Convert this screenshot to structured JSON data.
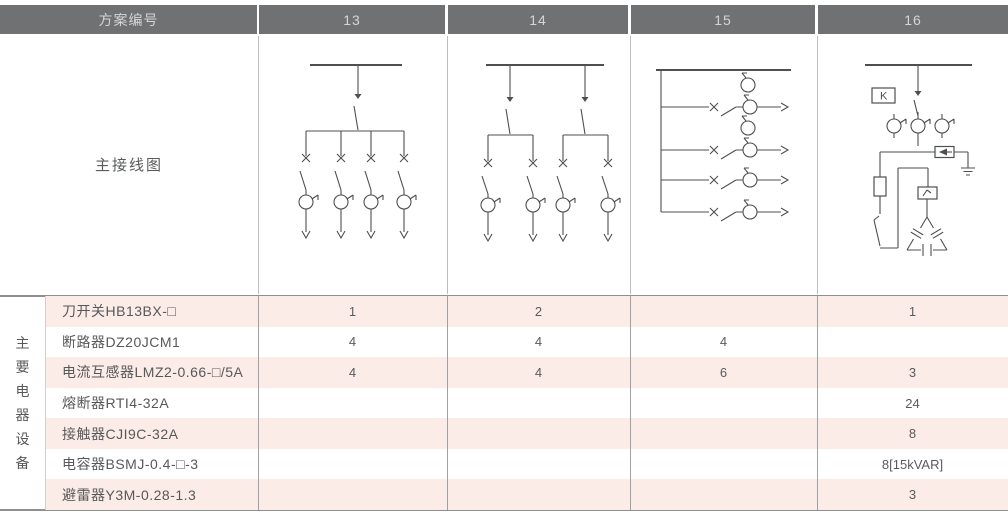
{
  "table": {
    "header": {
      "label": "方案编号",
      "schemes": [
        "13",
        "14",
        "15",
        "16"
      ]
    },
    "diagram_row_label": "主接线图",
    "group_label": "主要电器设备",
    "group_label_chars": [
      "主",
      "要",
      "电",
      "器",
      "设",
      "备"
    ],
    "equipment_rows": [
      {
        "name": "刀开关HB13BX-□",
        "values": [
          "1",
          "2",
          "",
          "1"
        ]
      },
      {
        "name": "断路器DZ20JCM1",
        "values": [
          "4",
          "4",
          "4",
          ""
        ]
      },
      {
        "name": "电流互感器LMZ2-0.66-□/5A",
        "values": [
          "4",
          "4",
          "6",
          "3"
        ]
      },
      {
        "name": "熔断器RTI4-32A",
        "values": [
          "",
          "",
          "",
          "24"
        ]
      },
      {
        "name": "接触器CJI9C-32A",
        "values": [
          "",
          "",
          "",
          "8"
        ]
      },
      {
        "name": "电容器BSMJ-0.4-□-3",
        "values": [
          "",
          "",
          "",
          "8[15kVAR]"
        ]
      },
      {
        "name": "避雷器Y3M-0.28-1.3",
        "values": [
          "",
          "",
          "",
          "3"
        ]
      }
    ],
    "diagrams": {
      "k_label": "K",
      "scheme_13": "busbar, one knife switch, four breaker-CT outgoing feeders",
      "scheme_14": "busbar, two knife switches each feeding two breaker-CT feeders",
      "scheme_15": "vertical bus with four horizontal breaker-CT feeders, six CTs",
      "scheme_16": "capacitor cabinet: knife switch, metering box K, three CTs, surge arrester to ground, fuse, contactor, delta capacitor bank"
    }
  },
  "colors": {
    "header_bg": "#6f7173",
    "header_text": "#d4d5d6",
    "row_stripe_pink": "#fcece8",
    "row_stripe_white": "#ffffff",
    "grid_line": "#9fa0a2",
    "heavy_line": "#8e8f91",
    "diagram_stroke": "#4e4f51",
    "body_text": "#57585a"
  }
}
